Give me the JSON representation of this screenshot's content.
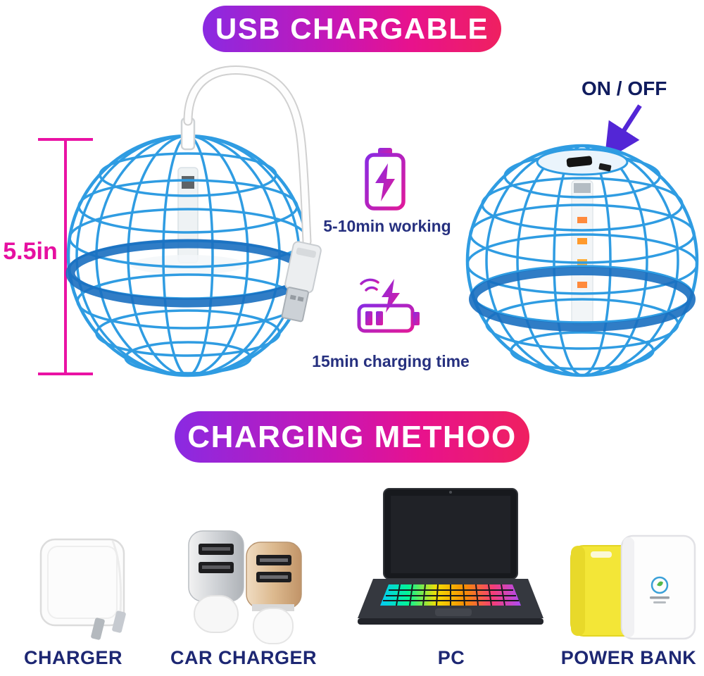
{
  "banners": {
    "top": "USB CHARGABLE",
    "middle": "CHARGING METHOO"
  },
  "measurement": {
    "label": "5.5in"
  },
  "battery_info": {
    "working": "5-10min working",
    "charging": "15min charging time"
  },
  "power_switch": {
    "label": "ON / OFF"
  },
  "charging_methods": [
    {
      "label": "CHARGER"
    },
    {
      "label": "CAR CHARGER"
    },
    {
      "label": "PC"
    },
    {
      "label": "POWER BANK"
    }
  ],
  "colors": {
    "banner_gradient_start": "#8a2ae2",
    "banner_gradient_end": "#ef2060",
    "accent_magenta": "#e60fa0",
    "label_navy": "#1d2773",
    "ball_blue": "#2f9ce2",
    "band_blue": "#1a6fc0",
    "arrow_purple": "#5326d6"
  }
}
